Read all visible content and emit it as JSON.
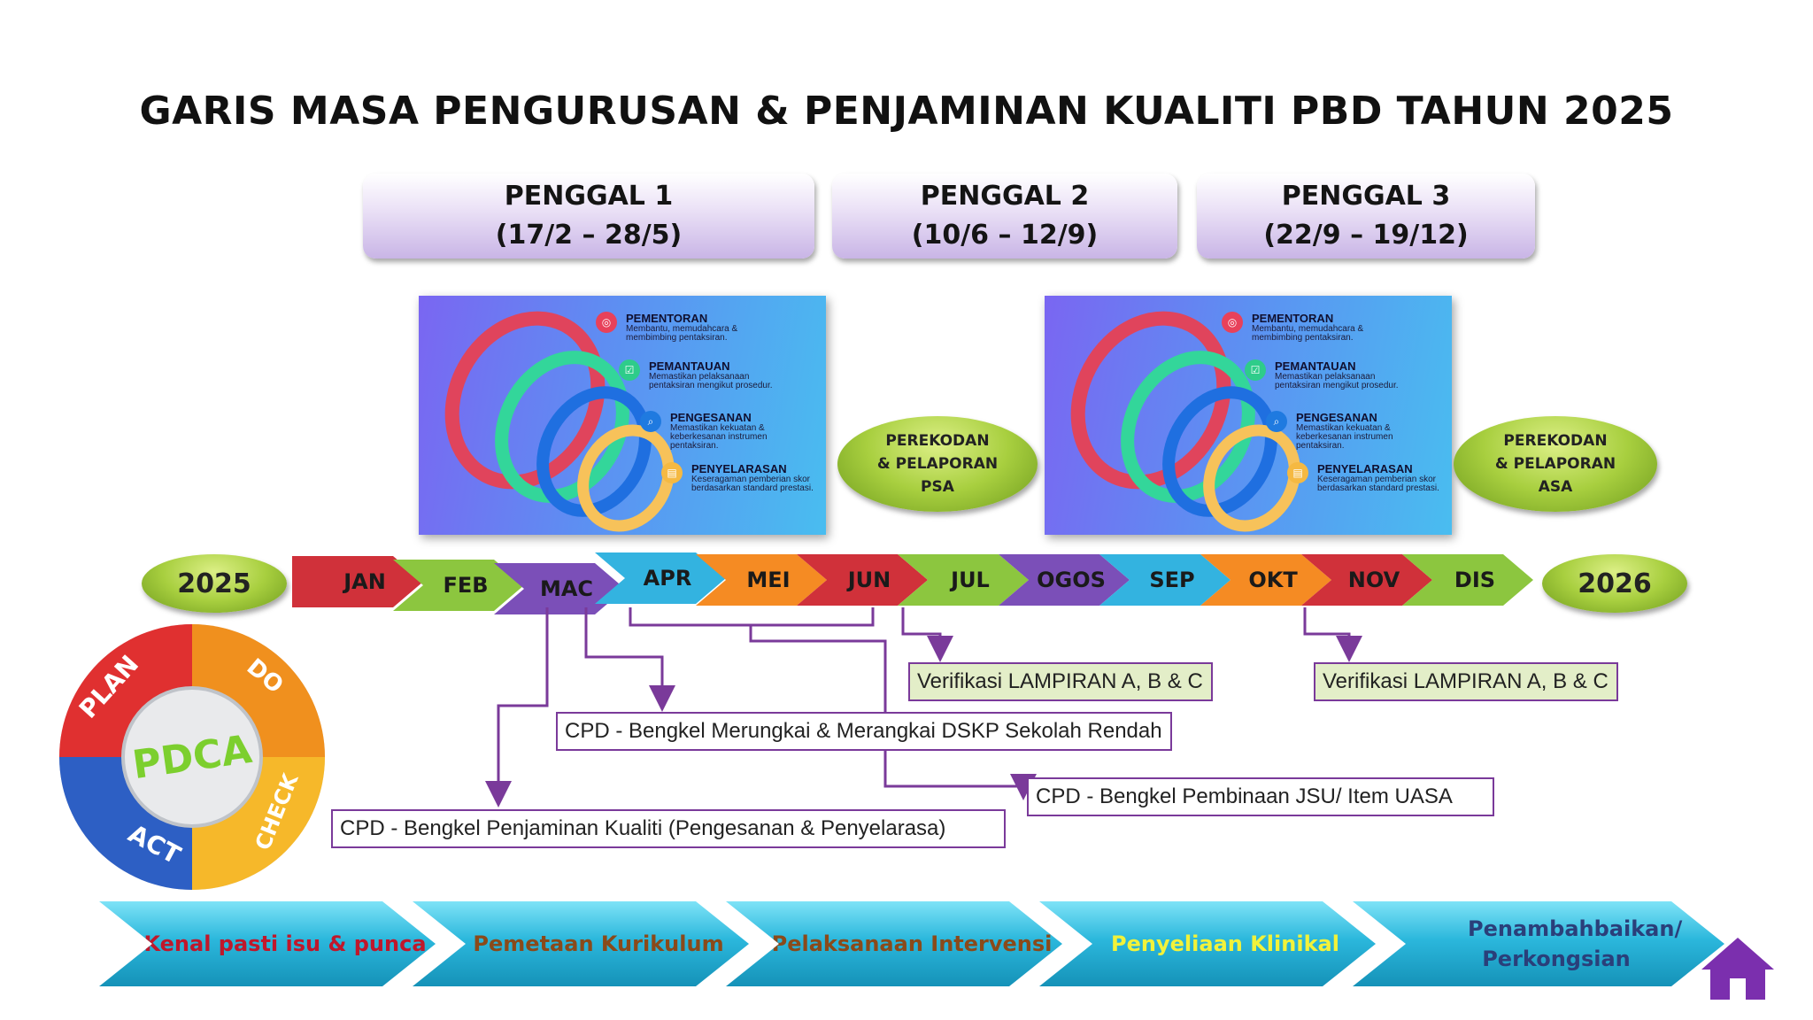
{
  "title": "GARIS MASA PENGURUSAN & PENJAMINAN KUALITI PBD TAHUN 2025",
  "terms": [
    {
      "name": "PENGGAL 1",
      "dates": "(17/2 – 28/5)"
    },
    {
      "name": "PENGGAL 2",
      "dates": "(10/6 – 12/9)"
    },
    {
      "name": "PENGGAL 3",
      "dates": "(22/9 – 19/12)"
    }
  ],
  "card_items": [
    {
      "heading": "PEMENTORAN",
      "desc": "Membantu, memudahcara & membimbing pentaksiran.",
      "icon": "target-icon",
      "color": "#e8415a"
    },
    {
      "heading": "PEMANTAUAN",
      "desc": "Memastikan pelaksanaan pentaksiran mengikut prosedur.",
      "icon": "checklist-icon",
      "color": "#2ecc8a"
    },
    {
      "heading": "PENGESANAN",
      "desc": "Memastikan kekuatan & keberkesanan instrumen pentaksiran.",
      "icon": "document-search-icon",
      "color": "#1f7ae0"
    },
    {
      "heading": "PENYELARASAN",
      "desc": "Keseragaman pemberian skor berdasarkan standard prestasi.",
      "icon": "chart-icon",
      "color": "#f5b942"
    }
  ],
  "reporting": [
    {
      "line1": "PEREKODAN",
      "line2": "& PELAPORAN",
      "line3": "PSA"
    },
    {
      "line1": "PEREKODAN",
      "line2": "& PELAPORAN",
      "line3": "ASA"
    }
  ],
  "years": {
    "start": "2025",
    "end": "2026"
  },
  "months": [
    {
      "label": "JAN",
      "color": "#d0313a"
    },
    {
      "label": "FEB",
      "color": "#8cc63f"
    },
    {
      "label": "MAC",
      "color": "#7b4fb8"
    },
    {
      "label": "APR",
      "color": "#33b3e0"
    },
    {
      "label": "MEI",
      "color": "#f58b23"
    },
    {
      "label": "JUN",
      "color": "#d0313a"
    },
    {
      "label": "JUL",
      "color": "#8cc63f"
    },
    {
      "label": "OGOS",
      "color": "#7b4fb8"
    },
    {
      "label": "SEP",
      "color": "#33b3e0"
    },
    {
      "label": "OKT",
      "color": "#f58b23"
    },
    {
      "label": "NOV",
      "color": "#d0313a"
    },
    {
      "label": "DIS",
      "color": "#8cc63f"
    }
  ],
  "activities": {
    "verif_1": "Verifikasi LAMPIRAN A, B & C",
    "verif_2": "Verifikasi LAMPIRAN A, B & C",
    "cpd_dskp": "CPD - Bengkel Merungkai & Merangkai DSKP Sekolah Rendah",
    "cpd_jsu": "CPD - Bengkel  Pembinaan JSU/ Item UASA",
    "cpd_pk": "CPD - Bengkel Penjaminan Kualiti (Pengesanan & Penyelarasa)"
  },
  "pdca": {
    "center": "PDCA",
    "plan": "PLAN",
    "do": "DO",
    "check": "CHECK",
    "act": "ACT"
  },
  "process_steps": [
    {
      "label": "Kenal pasti isu & punca",
      "color": "#c0172b"
    },
    {
      "label": "Pemetaan Kurikulum",
      "color": "#8a4a1a"
    },
    {
      "label": "Pelaksanaan Intervensi",
      "color": "#8a4a1a"
    },
    {
      "label": "Penyeliaan Klinikal",
      "color": "#f2f23a"
    },
    {
      "label": "Penambahbaikan/ Perkongsian",
      "color": "#2a3f7a"
    }
  ],
  "home_icon": "home-icon"
}
